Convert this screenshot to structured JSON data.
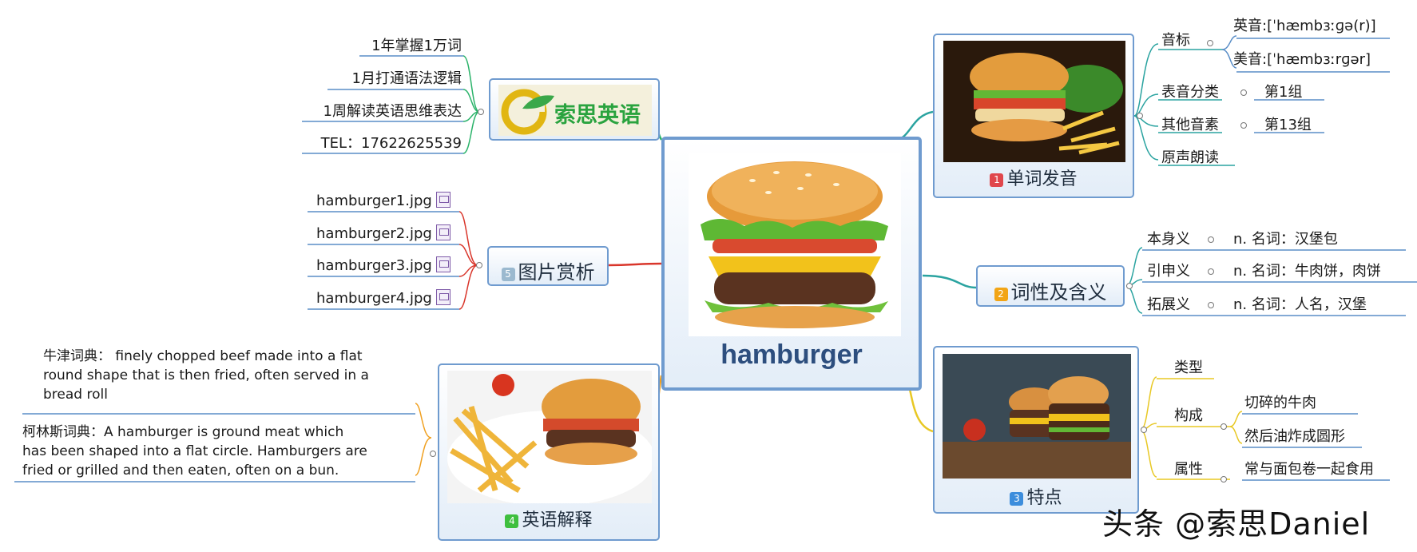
{
  "center": {
    "title": "hamburger"
  },
  "branch1": {
    "num": "1",
    "label": "单词发音",
    "num_color": "#e0474c",
    "items": [
      {
        "label": "音标",
        "children": [
          "英音:[ˈhæmbɜːɡə(r)]",
          "美音:[ˈhæmbɜːrɡər]"
        ]
      },
      {
        "label": "表音分类",
        "children": [
          "第1组"
        ]
      },
      {
        "label": "其他音素",
        "children": [
          "第13组"
        ]
      },
      {
        "label": "原声朗读"
      }
    ]
  },
  "branch2": {
    "num": "2",
    "label": "词性及含义",
    "num_color": "#f2a516",
    "items": [
      {
        "label": "本身义",
        "value": "n. 名词：汉堡包"
      },
      {
        "label": "引申义",
        "value": "n. 名词：牛肉饼，肉饼"
      },
      {
        "label": "拓展义",
        "value": "n. 名词：人名，汉堡"
      }
    ]
  },
  "branch3": {
    "num": "3",
    "label": "特点",
    "num_color": "#3c8ddc",
    "items": [
      {
        "label": "类型"
      },
      {
        "label": "构成",
        "children": [
          "切碎的牛肉",
          "然后油炸成圆形"
        ]
      },
      {
        "label": "属性",
        "children": [
          "常与面包卷一起食用"
        ]
      }
    ]
  },
  "branch4": {
    "num": "4",
    "label": "英语解释",
    "num_color": "#3fbf3f",
    "oxford": [
      "牛津词典： finely chopped beef made into a flat",
      "round shape that is then fried, often served in a",
      "bread roll"
    ],
    "collins": [
      "柯林斯词典：A hamburger is ground meat which",
      "has been shaped into a flat circle. Hamburgers are",
      "fried or grilled and then eaten, often on a bun."
    ]
  },
  "branch5": {
    "num": "5",
    "label": "图片赏析",
    "num_color": "#9bb9cf",
    "files": [
      "hamburger1.jpg",
      "hamburger2.jpg",
      "hamburger3.jpg",
      "hamburger4.jpg"
    ]
  },
  "ad": {
    "logo_text": "索思英语",
    "items": [
      "1年掌握1万词",
      "1月打通语法逻辑",
      "1周解读英语思维表达",
      "TEL：17622625539"
    ]
  },
  "watermark": "头条 @索思Daniel",
  "colors": {
    "teal": "#2aa3a0",
    "red": "#d9362b",
    "orange": "#f0a020",
    "green": "#2bb36a",
    "blue_border": "#6f9bcf"
  }
}
